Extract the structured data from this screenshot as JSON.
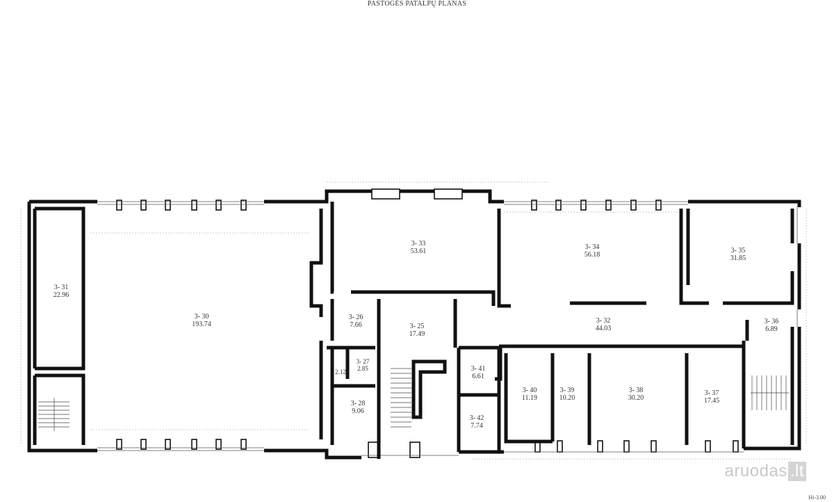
{
  "title": "PASTOGĖS PATALPŲ PLANAS",
  "height_note": "Hi-3.00",
  "watermark": {
    "brand": "aruodas",
    "tld": ".lt",
    "color": "#c8c8c8"
  },
  "rooms": [
    {
      "id": "3- 31",
      "area": "22.96"
    },
    {
      "id": "3- 30",
      "area": "193.74"
    },
    {
      "id": "3- 33",
      "area": "53.61"
    },
    {
      "id": "3- 34",
      "area": "56.18"
    },
    {
      "id": "3- 35",
      "area": "31.85"
    },
    {
      "id": "3- 26",
      "area": "7.66"
    },
    {
      "id": "3- 25",
      "area": "17.49"
    },
    {
      "id": "3- 32",
      "area": "44.03"
    },
    {
      "id": "3- 36",
      "area": "6.89"
    },
    {
      "id": "3- 27",
      "area": "2.85"
    },
    {
      "id": "",
      "area": "2.12"
    },
    {
      "id": "3- 41",
      "area": "6.61"
    },
    {
      "id": "3- 28",
      "area": "9.06"
    },
    {
      "id": "3- 40",
      "area": "11.19"
    },
    {
      "id": "3- 39",
      "area": "10.20"
    },
    {
      "id": "3- 38",
      "area": "30.20"
    },
    {
      "id": "3- 37",
      "area": "17.45"
    },
    {
      "id": "3- 42",
      "area": "7.74"
    }
  ]
}
